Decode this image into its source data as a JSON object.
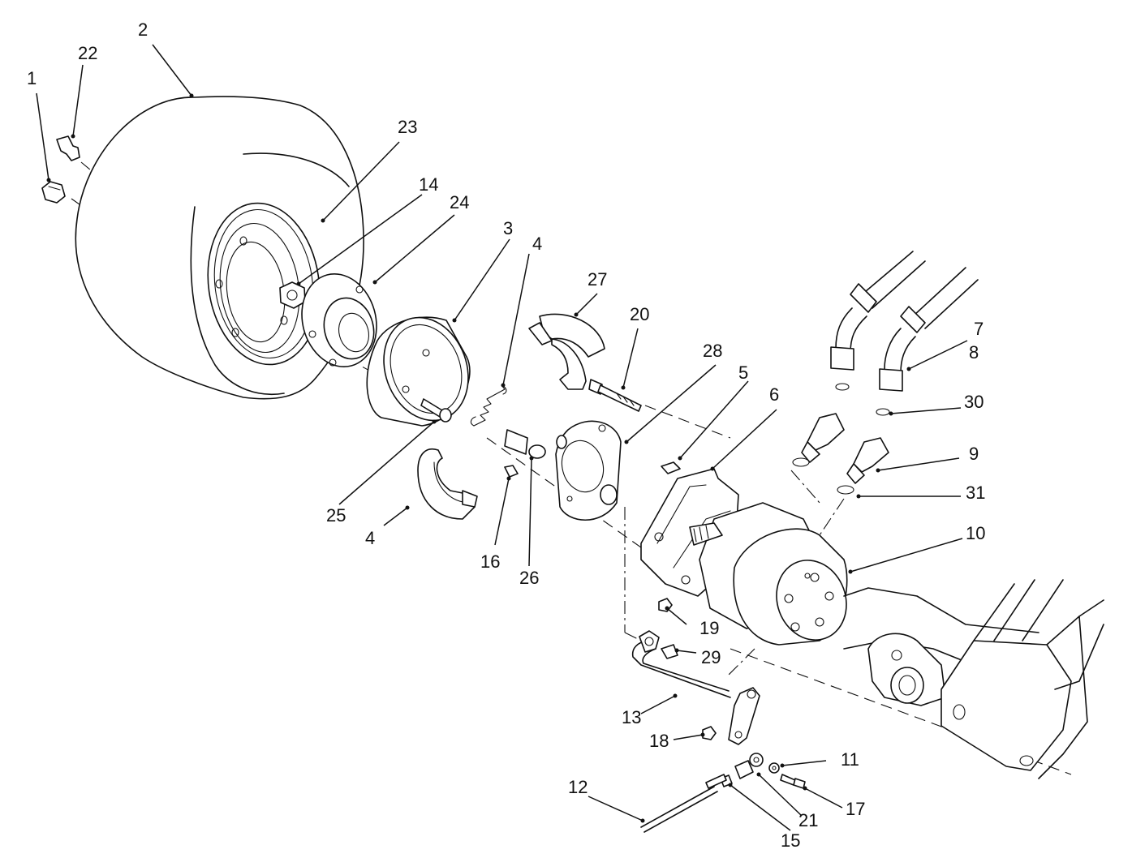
{
  "diagram": {
    "type": "exploded-parts-view",
    "callouts": [
      {
        "id": "c1",
        "label": "1"
      },
      {
        "id": "c2",
        "label": "2"
      },
      {
        "id": "c3",
        "label": "3"
      },
      {
        "id": "c4a",
        "label": "4"
      },
      {
        "id": "c4b",
        "label": "4"
      },
      {
        "id": "c5",
        "label": "5"
      },
      {
        "id": "c6",
        "label": "6"
      },
      {
        "id": "c7",
        "label": "7"
      },
      {
        "id": "c8",
        "label": "8"
      },
      {
        "id": "c9",
        "label": "9"
      },
      {
        "id": "c10",
        "label": "10"
      },
      {
        "id": "c11",
        "label": "11"
      },
      {
        "id": "c12",
        "label": "12"
      },
      {
        "id": "c13",
        "label": "13"
      },
      {
        "id": "c14",
        "label": "14"
      },
      {
        "id": "c15",
        "label": "15"
      },
      {
        "id": "c16",
        "label": "16"
      },
      {
        "id": "c17",
        "label": "17"
      },
      {
        "id": "c18",
        "label": "18"
      },
      {
        "id": "c19",
        "label": "19"
      },
      {
        "id": "c20",
        "label": "20"
      },
      {
        "id": "c21",
        "label": "21"
      },
      {
        "id": "c22",
        "label": "22"
      },
      {
        "id": "c23",
        "label": "23"
      },
      {
        "id": "c24",
        "label": "24"
      },
      {
        "id": "c25",
        "label": "25"
      },
      {
        "id": "c26",
        "label": "26"
      },
      {
        "id": "c27",
        "label": "27"
      },
      {
        "id": "c28",
        "label": "28"
      },
      {
        "id": "c29",
        "label": "29"
      },
      {
        "id": "c30",
        "label": "30"
      },
      {
        "id": "c31",
        "label": "31"
      }
    ]
  }
}
